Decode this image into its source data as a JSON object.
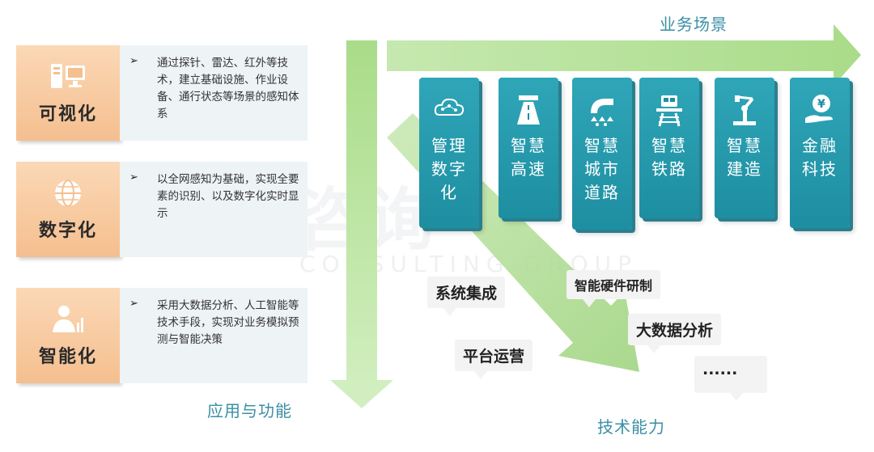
{
  "capabilities": [
    {
      "name": "可视化",
      "icon": "computer-icon",
      "desc": "通过探针、雷达、红外等技术，建立基础设施、作业设备、通行状态等场景的感知体系"
    },
    {
      "name": "数字化",
      "icon": "globe-icon",
      "desc": "以全网感知为基础，实现全要素的识别、以及数字化实时显示"
    },
    {
      "name": "智能化",
      "icon": "analyst-icon",
      "desc": "采用大数据分析、人工智能等技术手段，实现对业务模拟预测与智能决策"
    }
  ],
  "bullet": "➢",
  "axes": {
    "horizontal": "业务场景",
    "vertical": "应用与功能",
    "diagonal": "技术能力"
  },
  "scenarios": [
    {
      "label": "管理数字化",
      "icon": "cloud-network-icon"
    },
    {
      "label": "智慧高速",
      "icon": "highway-icon"
    },
    {
      "label": "智慧城市道路",
      "icon": "city-road-icon"
    },
    {
      "label": "智慧铁路",
      "icon": "railway-icon"
    },
    {
      "label": "智慧建造",
      "icon": "robot-arm-icon"
    },
    {
      "label": "金融科技",
      "icon": "yen-hand-icon"
    }
  ],
  "tech": {
    "system_integration": "系统集成",
    "hardware": "智能硬件研制",
    "platform_ops": "平台运营",
    "big_data": "大数据分析",
    "more": "......"
  },
  "watermark": {
    "cn": "中大咨询",
    "en": "CONSULTING GROUP"
  },
  "colors": {
    "accent_teal": "#1e8ea1",
    "label_orange": "#f5bf8f",
    "arrow_green": "#9bd27a",
    "axis_text": "#3a8fa4"
  }
}
